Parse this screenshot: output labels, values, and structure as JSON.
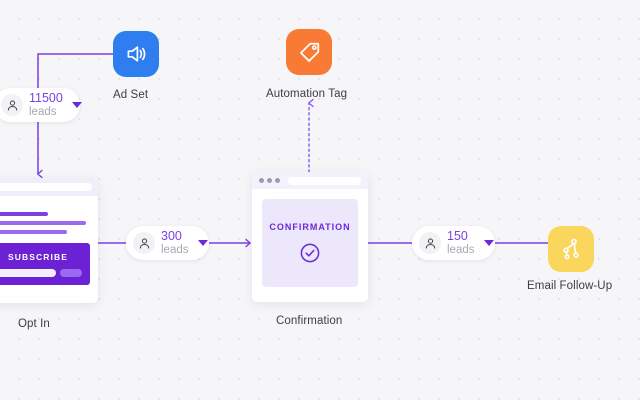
{
  "canvas": {
    "background_color": "#f6f6f8",
    "dot_color": "#e2e2e8",
    "accent_purple": "#6d28d9",
    "link_color": "#7b3fe4"
  },
  "nodes": [
    {
      "id": "ad-set",
      "label": "Ad Set",
      "icon": "megaphone-icon",
      "icon_color": "#2f7ef0"
    },
    {
      "id": "automation-tag",
      "label": "Automation Tag",
      "icon": "tag-icon",
      "icon_color": "#f97a35"
    },
    {
      "id": "opt-in",
      "label": "Opt In",
      "icon": "landing-page-card",
      "subscribe_label": "SUBSCRIBE"
    },
    {
      "id": "confirmation",
      "label": "Confirmation",
      "icon": "browser-window-card",
      "panel_title": "CONFIRMATION",
      "panel_icon": "check-circle-icon",
      "panel_color": "#ece7fb"
    },
    {
      "id": "email-follow-up",
      "label": "Email Follow-Up",
      "icon": "workflow-branch-icon",
      "icon_color": "#fbd65c"
    }
  ],
  "badges": [
    {
      "id": "badge-ad-set",
      "count": "11500",
      "unit": "leads",
      "person_icon": "person-icon",
      "caret_icon": "chevron-down-icon"
    },
    {
      "id": "badge-opt-in",
      "count": "300",
      "unit": "leads",
      "person_icon": "person-icon",
      "caret_icon": "chevron-down-icon"
    },
    {
      "id": "badge-confirmation",
      "count": "150",
      "unit": "leads",
      "person_icon": "person-icon",
      "caret_icon": "chevron-down-icon"
    }
  ]
}
